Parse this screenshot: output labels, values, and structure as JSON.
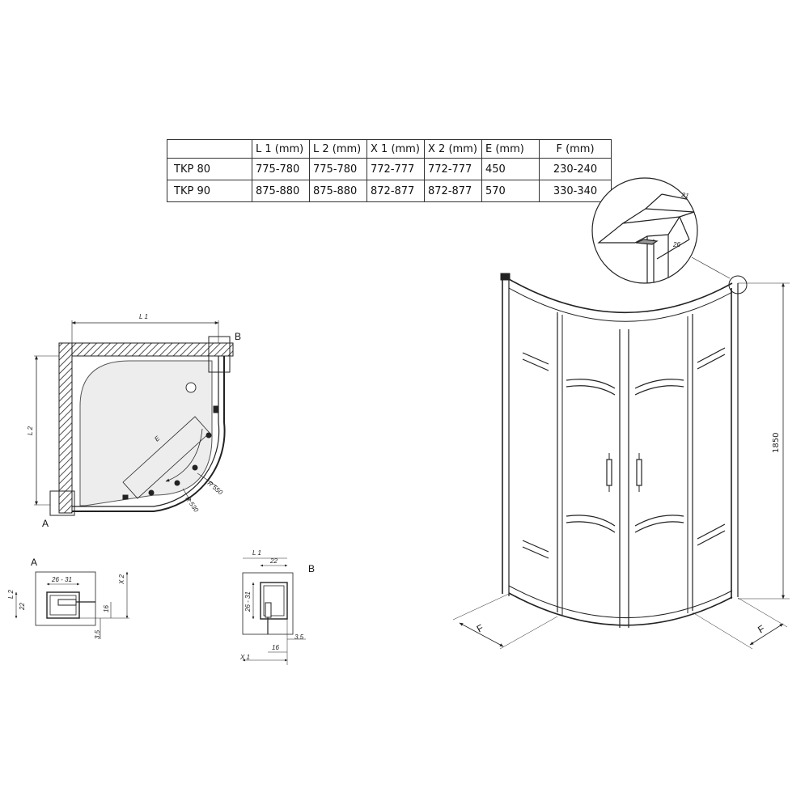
{
  "table": {
    "headers": [
      "",
      "L 1  (mm)",
      "L 2  (mm)",
      "X 1  (mm)",
      "X 2  (mm)",
      "E (mm)",
      "F (mm)"
    ],
    "rows": [
      [
        "TKP 80",
        "775-780",
        "775-780",
        "772-777",
        "772-777",
        "450",
        "230-240"
      ],
      [
        "TKP 90",
        "875-880",
        "875-880",
        "872-877",
        "872-877",
        "570",
        "330-340"
      ]
    ]
  },
  "plan": {
    "l1": "L 1",
    "l2": "L 2",
    "e": "E",
    "r550": "R 550",
    "r530": "R 530",
    "corner_a": "A",
    "corner_b": "B"
  },
  "detail_a": {
    "title": "A",
    "l2": "L 2",
    "x2": "X 2",
    "w": "26 - 31",
    "h": "22",
    "d16": "16",
    "d35": "3.5"
  },
  "detail_b": {
    "title": "B",
    "l1": "L 1",
    "x1": "X 1",
    "w": "22",
    "h": "26 - 31",
    "d16": "16",
    "d35": "3.5"
  },
  "elevation": {
    "height": "1850",
    "f_left": "F",
    "f_right": "F",
    "zoom_w": "21",
    "zoom_d": "26"
  }
}
